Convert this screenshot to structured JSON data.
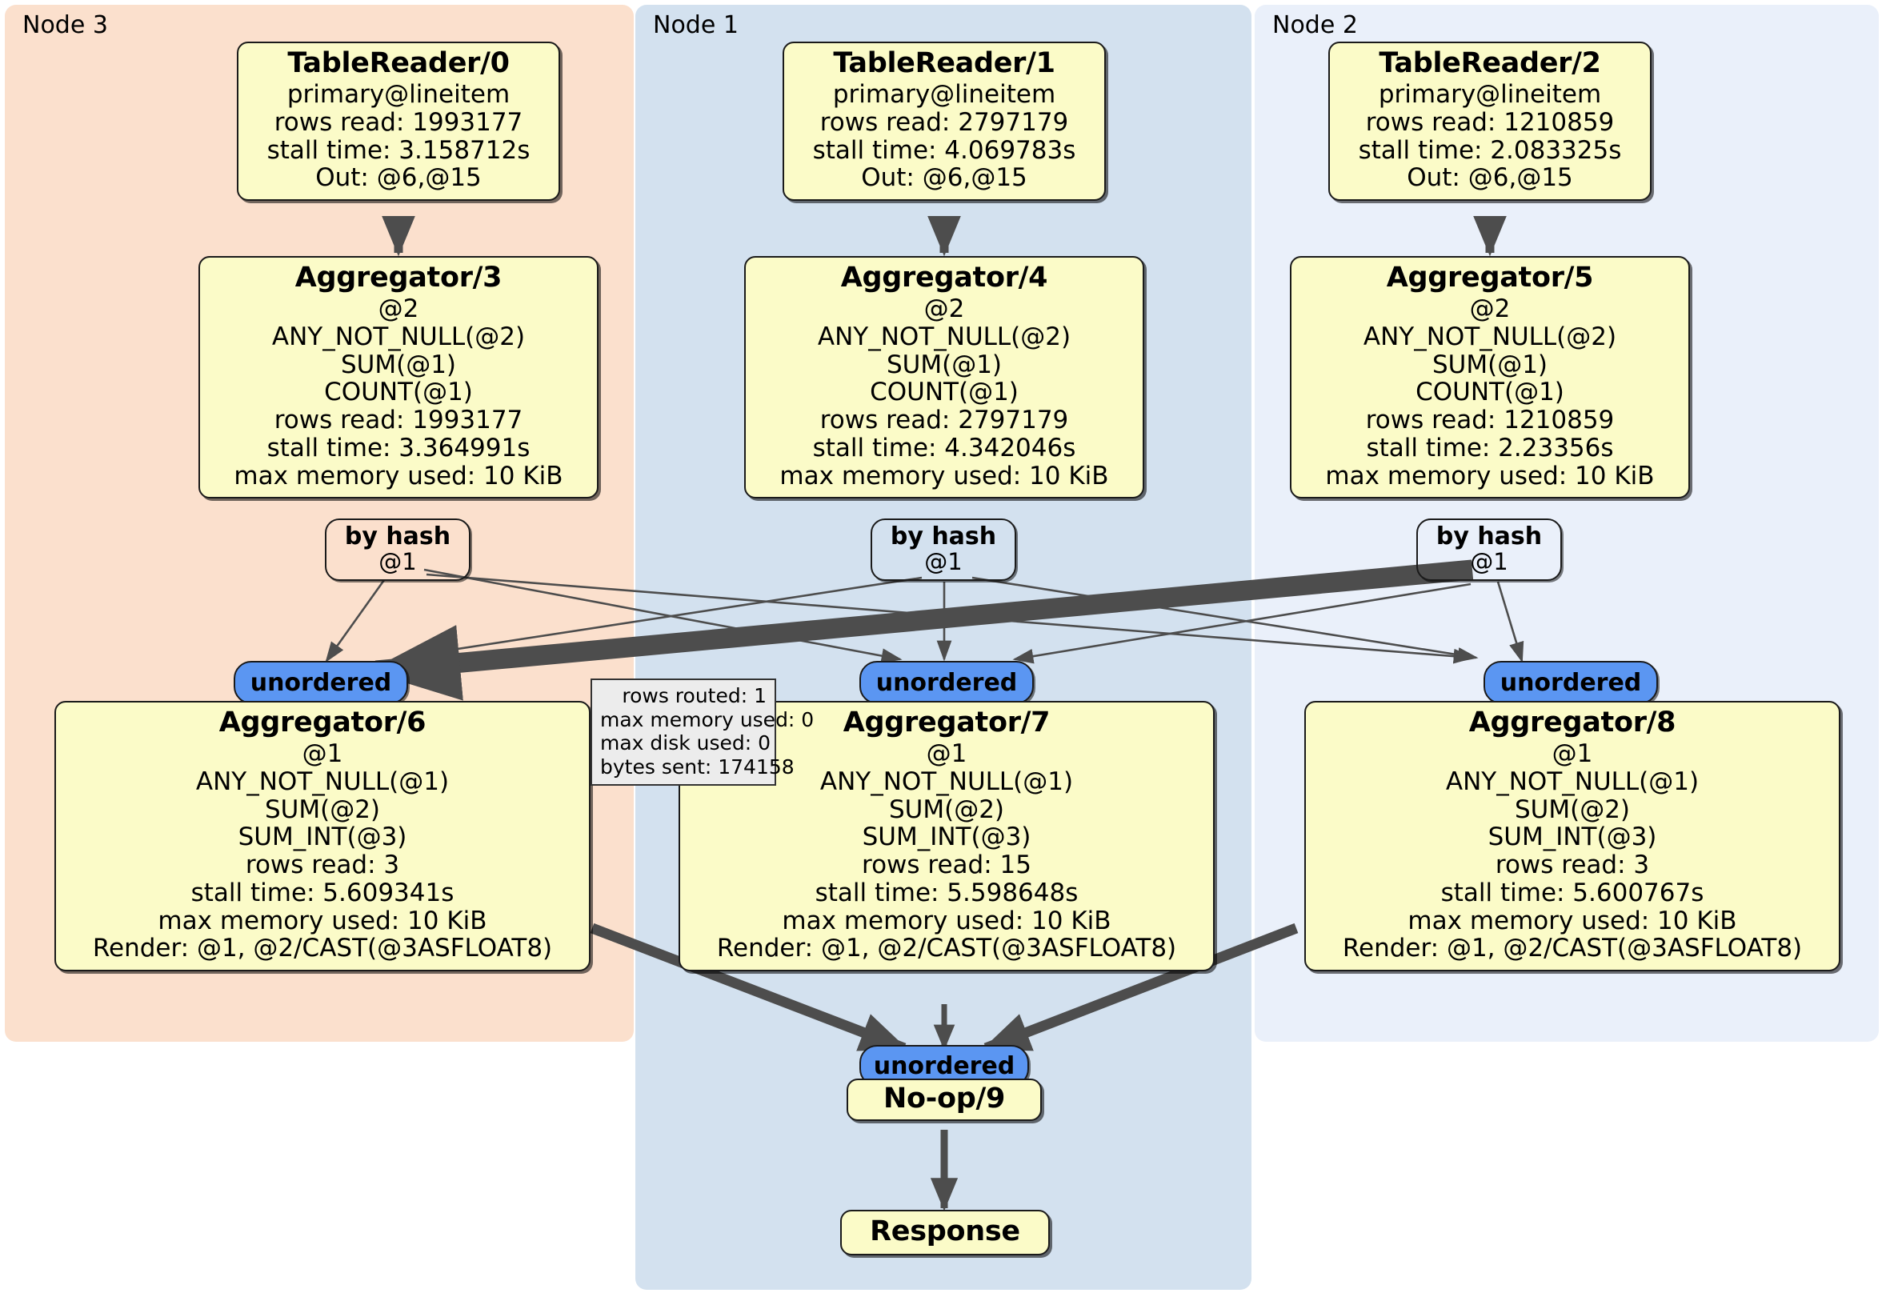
{
  "clusters": [
    {
      "id": "node3",
      "label": "Node 3",
      "color": "#fbe0cd"
    },
    {
      "id": "node1",
      "label": "Node 1",
      "color": "#d3e1ef"
    },
    {
      "id": "node2",
      "label": "Node 2",
      "color": "#eaf0fa"
    }
  ],
  "colors": {
    "operator_fill": "#fbfbc8",
    "router_fill": "#f7a濃",
    "stream_fill": "#5b96f2",
    "stats_fill": "#ececec",
    "edge": "#4d4d4d",
    "border": "#1a1a1a"
  },
  "table_readers": [
    {
      "title": "TableReader/0",
      "lines": [
        "primary@lineitem",
        "rows read: 1993177",
        "stall time: 3.158712s",
        "Out: @6,@15"
      ]
    },
    {
      "title": "TableReader/1",
      "lines": [
        "primary@lineitem",
        "rows read: 2797179",
        "stall time: 4.069783s",
        "Out: @6,@15"
      ]
    },
    {
      "title": "TableReader/2",
      "lines": [
        "primary@lineitem",
        "rows read: 1210859",
        "stall time: 2.083325s",
        "Out: @6,@15"
      ]
    }
  ],
  "aggregators_stage1": [
    {
      "title": "Aggregator/3",
      "lines": [
        "@2",
        "ANY_NOT_NULL(@2)",
        "SUM(@1)",
        "COUNT(@1)",
        "rows read: 1993177",
        "stall time: 3.364991s",
        "max memory used: 10 KiB"
      ]
    },
    {
      "title": "Aggregator/4",
      "lines": [
        "@2",
        "ANY_NOT_NULL(@2)",
        "SUM(@1)",
        "COUNT(@1)",
        "rows read: 2797179",
        "stall time: 4.342046s",
        "max memory used: 10 KiB"
      ]
    },
    {
      "title": "Aggregator/5",
      "lines": [
        "@2",
        "ANY_NOT_NULL(@2)",
        "SUM(@1)",
        "COUNT(@1)",
        "rows read: 1210859",
        "stall time: 2.23356s",
        "max memory used: 10 KiB"
      ]
    }
  ],
  "routers": [
    {
      "title": "by hash",
      "line": "@1"
    },
    {
      "title": "by hash",
      "line": "@1"
    },
    {
      "title": "by hash",
      "line": "@1"
    }
  ],
  "streams_mid": [
    {
      "label": "unordered"
    },
    {
      "label": "unordered"
    },
    {
      "label": "unordered"
    }
  ],
  "aggregators_stage2": [
    {
      "title": "Aggregator/6",
      "lines": [
        "@1",
        "ANY_NOT_NULL(@1)",
        "SUM(@2)",
        "SUM_INT(@3)",
        "rows read: 3",
        "stall time: 5.609341s",
        "max memory used: 10 KiB",
        "Render: @1, @2/CAST(@3ASFLOAT8)"
      ]
    },
    {
      "title": "Aggregator/7",
      "lines": [
        "@1",
        "ANY_NOT_NULL(@1)",
        "SUM(@2)",
        "SUM_INT(@3)",
        "rows read: 15",
        "stall time: 5.598648s",
        "max memory used: 10 KiB",
        "Render: @1, @2/CAST(@3ASFLOAT8)"
      ]
    },
    {
      "title": "Aggregator/8",
      "lines": [
        "@1",
        "ANY_NOT_NULL(@1)",
        "SUM(@2)",
        "SUM_INT(@3)",
        "rows read: 3",
        "stall time: 5.600767s",
        "max memory used: 10 KiB",
        "Render: @1, @2/CAST(@3ASFLOAT8)"
      ]
    }
  ],
  "stats_box": {
    "lines": [
      "rows routed: 1",
      "max memory used: 0",
      "max disk used: 0",
      "bytes sent: 174158"
    ]
  },
  "final_stream": {
    "label": "unordered"
  },
  "noop": {
    "title": "No-op/9"
  },
  "response": {
    "title": "Response"
  }
}
